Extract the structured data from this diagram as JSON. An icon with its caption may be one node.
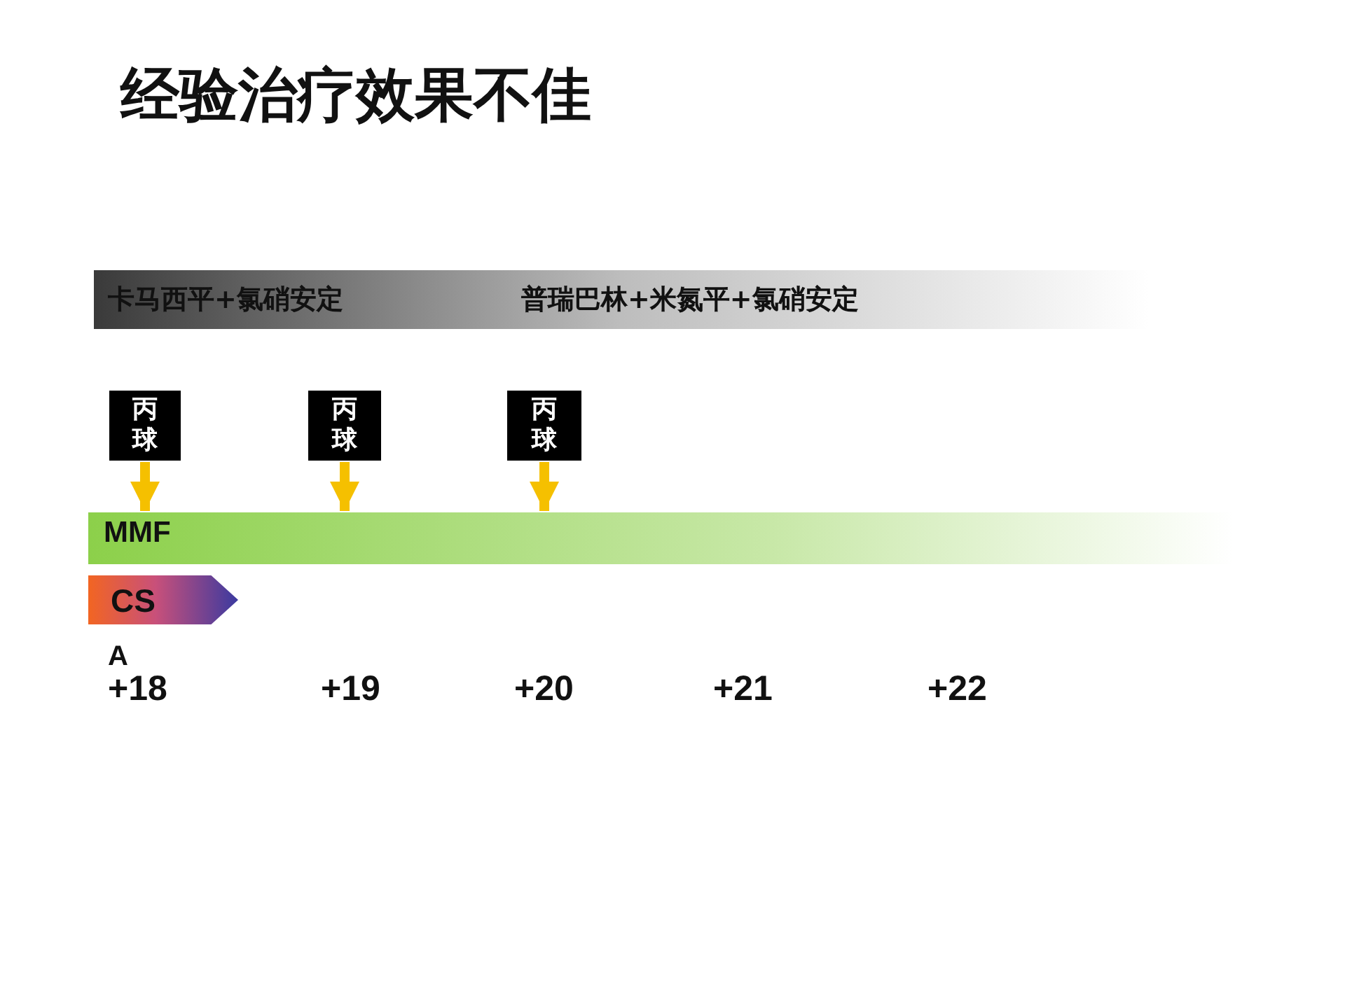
{
  "diagram": {
    "title": "经验治疗效果不佳",
    "nodes": [
      {
        "text": [
          "卡马西平+氯硝安定",
          "普瑞巴林+米氮平+氯硝安定"
        ]
      },
      {
        "text": [
          "丙球"
        ]
      },
      {
        "text": [
          "丙球"
        ]
      },
      {
        "text": [
          "丙球"
        ]
      },
      {
        "text": [
          "MMF"
        ]
      },
      {
        "text": [
          "CS"
        ]
      }
    ],
    "edges": [
      {
        "from": 1,
        "to": 4,
        "arrow": "to"
      },
      {
        "from": 2,
        "to": 4,
        "arrow": "to"
      },
      {
        "from": 3,
        "to": 4,
        "arrow": "to"
      }
    ],
    "labels": [
      "A",
      "+18",
      "+19",
      "+20",
      "+21",
      "+22"
    ]
  }
}
